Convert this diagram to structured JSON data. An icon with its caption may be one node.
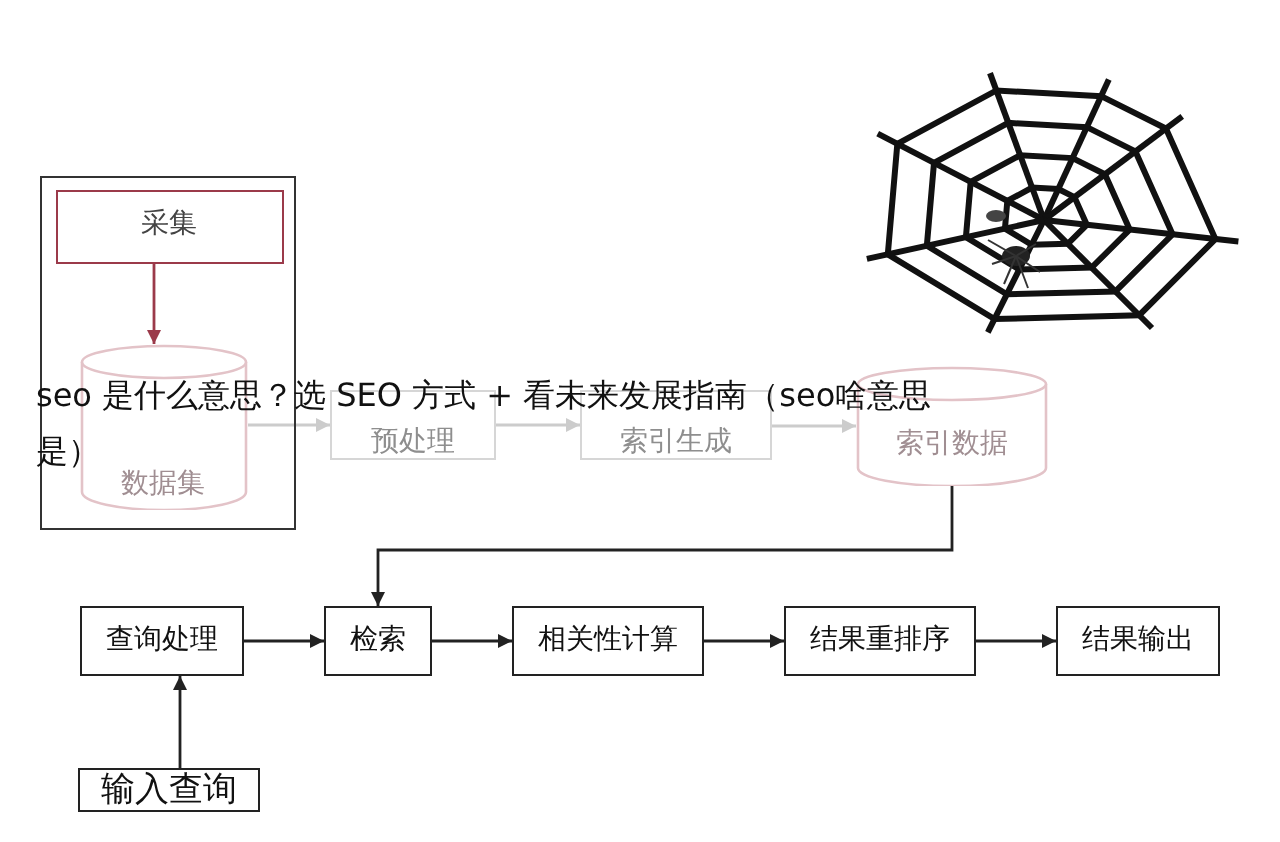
{
  "diagram": {
    "title": "seo 是什么意思？选 SEO 方式 + 看未来发展指南（seo啥意思是）",
    "nodes": [
      {
        "text": [],
        "shape": "box"
      },
      {
        "text": [
          "采集"
        ],
        "in": 0
      },
      {
        "text": [
          "数据集"
        ],
        "in": 0
      },
      {
        "text": [
          "预处理"
        ]
      },
      {
        "text": [
          "索引生成"
        ]
      },
      {
        "text": [
          "索引数据"
        ]
      },
      {
        "text": [
          "查询处理"
        ]
      },
      {
        "text": [
          "检索"
        ]
      },
      {
        "text": [
          "相关性计算"
        ]
      },
      {
        "text": [
          "结果重排序"
        ]
      },
      {
        "text": [
          "结果输出"
        ]
      },
      {
        "text": [
          "输入查询"
        ]
      }
    ],
    "edges": [
      {
        "from": 1,
        "to": 2,
        "arrow": "to",
        "color": "#9b3a4a"
      },
      {
        "from": 2,
        "to": 3,
        "arrow": "to",
        "color": "#cccccc"
      },
      {
        "from": 3,
        "to": 4,
        "arrow": "to",
        "color": "#cccccc"
      },
      {
        "from": 4,
        "to": 5,
        "arrow": "to",
        "color": "#cccccc"
      },
      {
        "from": 5,
        "to": 7,
        "arrow": "to"
      },
      {
        "from": 6,
        "to": 7,
        "arrow": "to"
      },
      {
        "from": 7,
        "to": 8,
        "arrow": "to"
      },
      {
        "from": 8,
        "to": 9,
        "arrow": "to"
      },
      {
        "from": 9,
        "to": 10,
        "arrow": "to"
      },
      {
        "from": 11,
        "to": 6,
        "arrow": "to"
      }
    ]
  }
}
